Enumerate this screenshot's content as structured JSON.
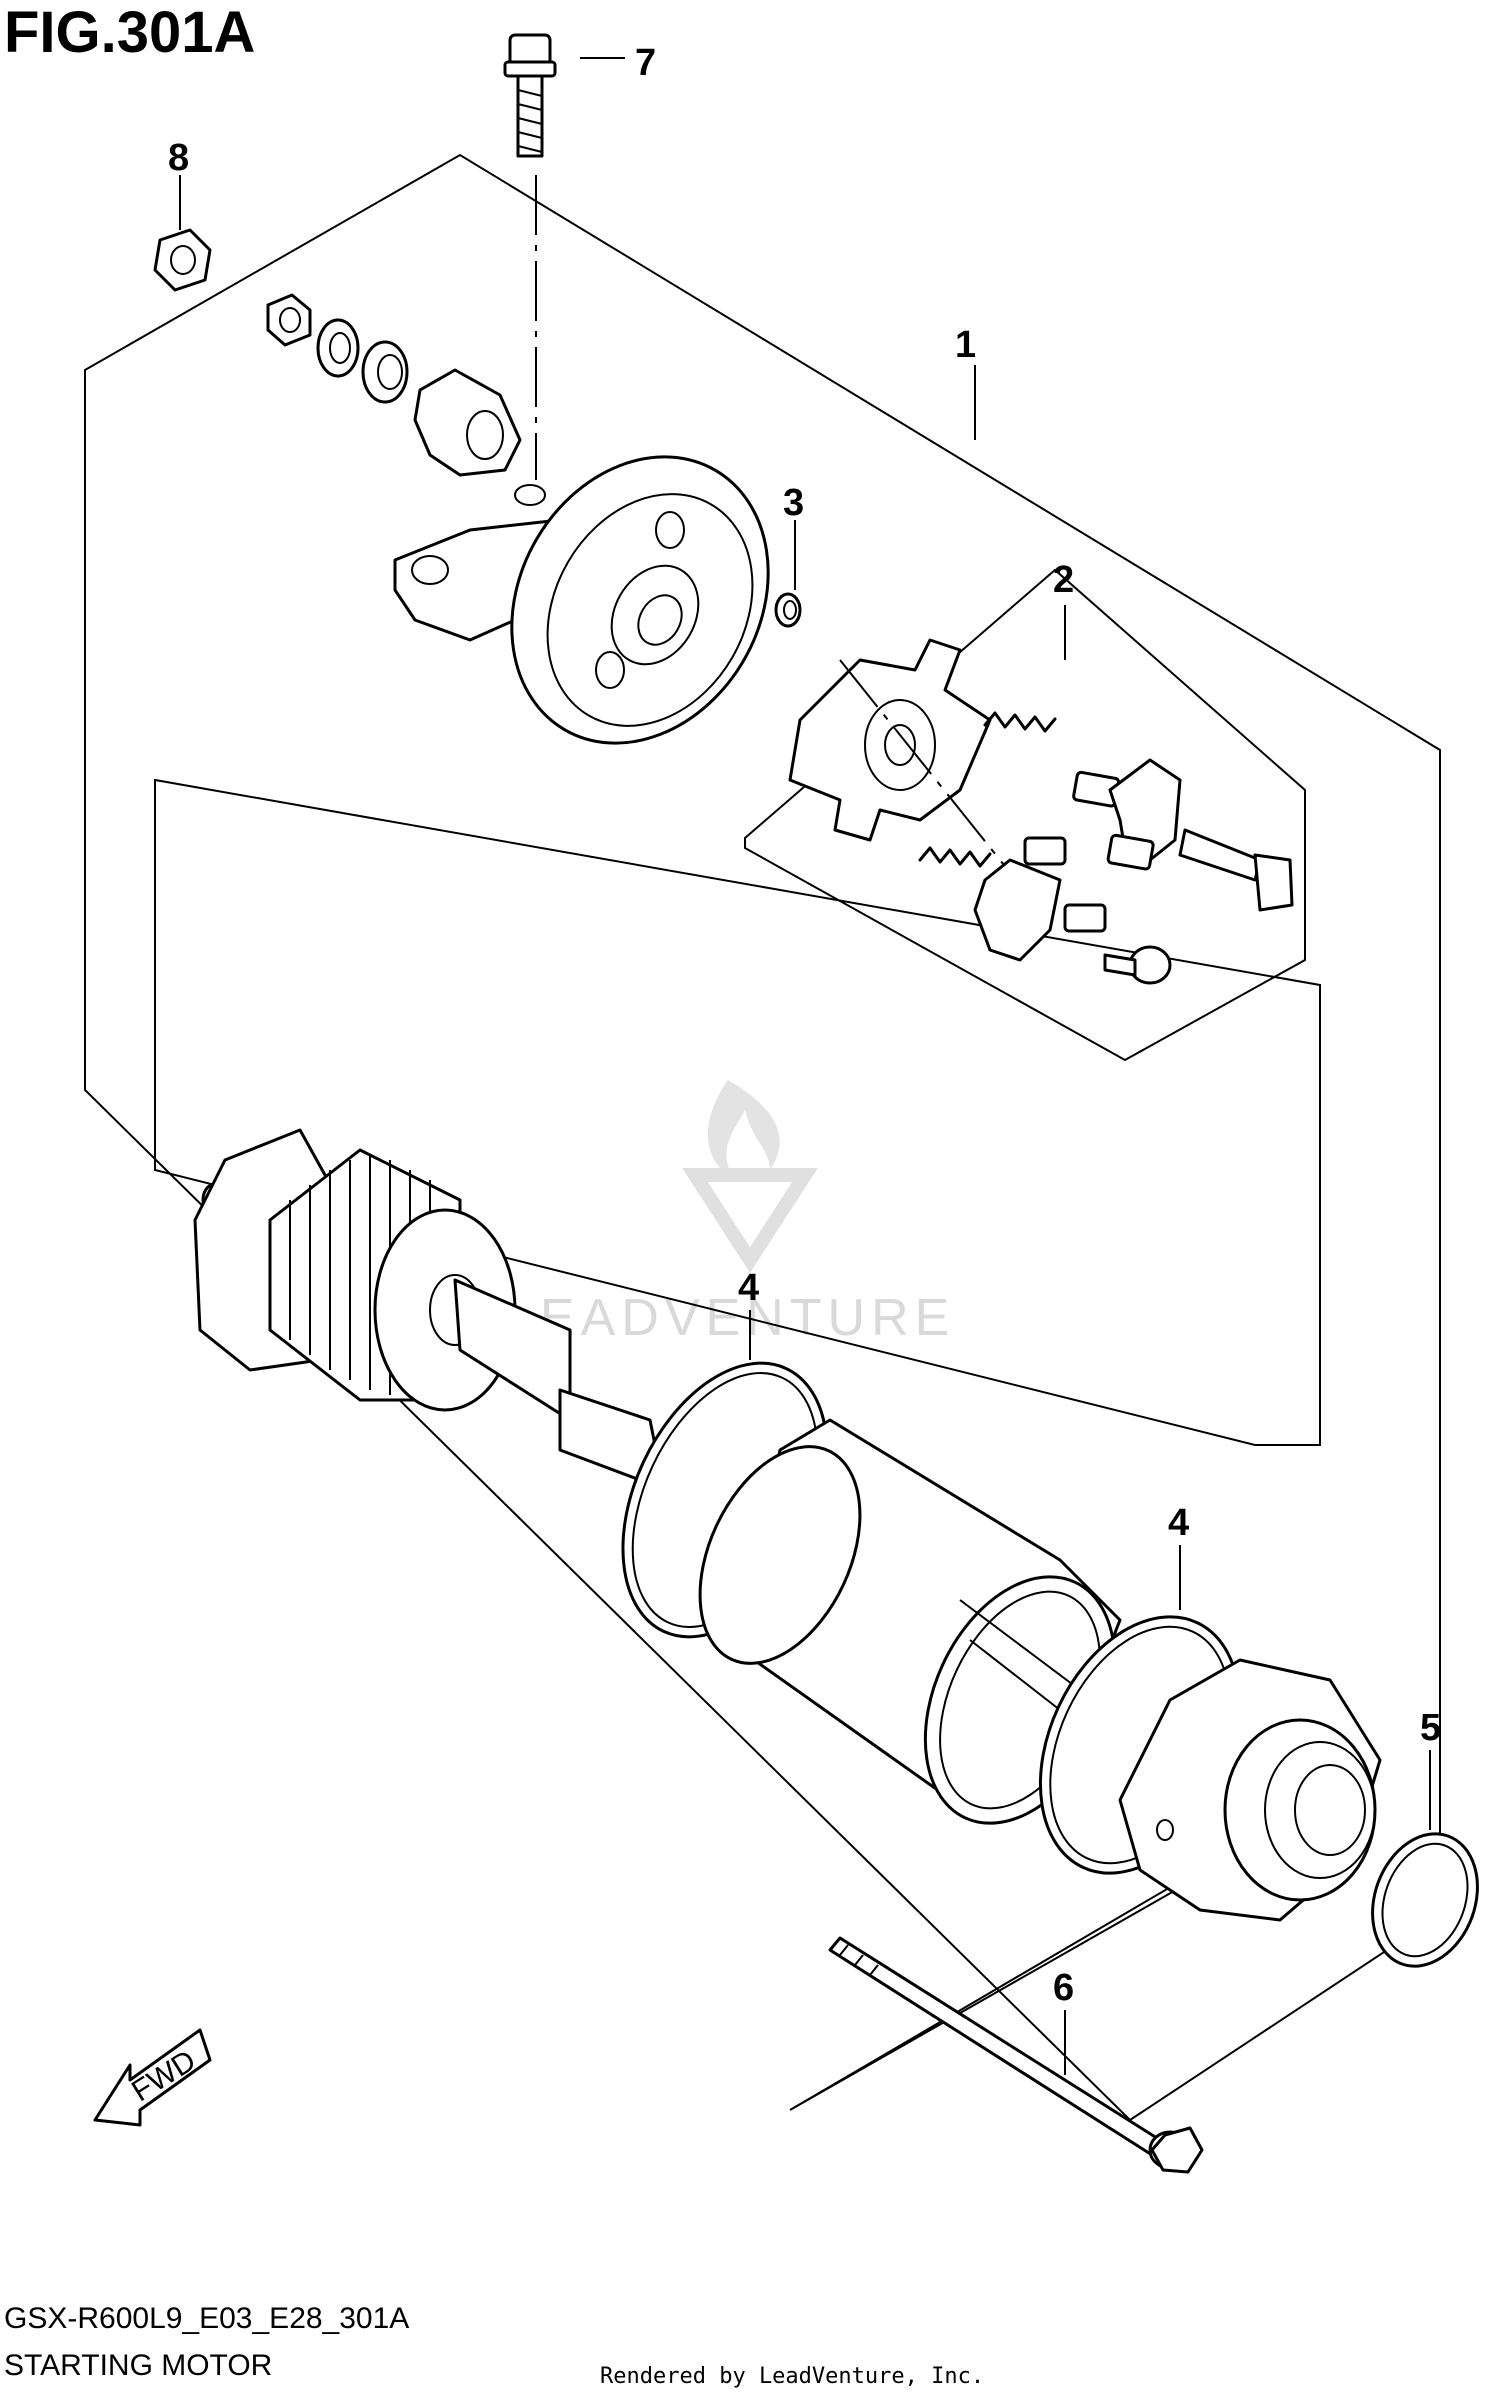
{
  "figure": {
    "title": "FIG.301A",
    "code": "GSX-R600L9_E03_E28_301A",
    "name": "STARTING MOTOR",
    "credit": "Rendered by LeadVenture, Inc.",
    "watermark": "LEADVENTURE",
    "direction_arrow": "FWD"
  },
  "callouts": [
    {
      "id": "1",
      "text": "1"
    },
    {
      "id": "2",
      "text": "2"
    },
    {
      "id": "3",
      "text": "3"
    },
    {
      "id": "4a",
      "text": "4"
    },
    {
      "id": "4b",
      "text": "4"
    },
    {
      "id": "5",
      "text": "5"
    },
    {
      "id": "6",
      "text": "6"
    },
    {
      "id": "7",
      "text": "7"
    },
    {
      "id": "8",
      "text": "8"
    }
  ]
}
